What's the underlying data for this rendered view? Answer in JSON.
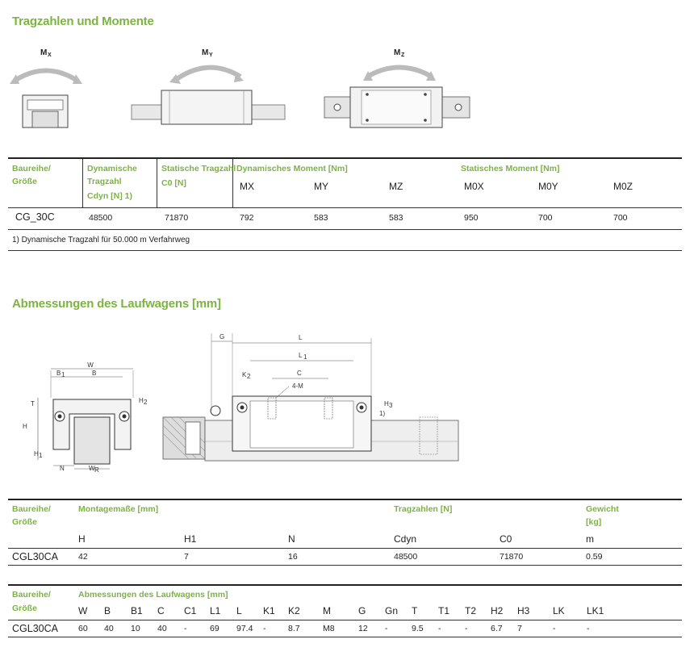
{
  "section1": {
    "title": "Tragzahlen und Momente",
    "figure_labels": [
      "Mx",
      "My",
      "Mz"
    ],
    "headers": {
      "series": [
        "Baureihe/",
        "Größe"
      ],
      "dynamic": [
        "Dynamische",
        "Tragzahl",
        "Cdyn [N] 1)"
      ],
      "static": [
        "Statische Tragzahl",
        "C0 [N]"
      ],
      "dyn_moment": "Dynamisches Moment [Nm]",
      "stat_moment": "Statisches Moment [Nm]"
    },
    "moment_symbols": [
      "MX",
      "MY",
      "MZ",
      "M0X",
      "M0Y",
      "M0Z"
    ],
    "row": {
      "name": "CG_30C",
      "values": [
        "48500",
        "71870",
        "792",
        "583",
        "583",
        "950",
        "700",
        "700"
      ]
    },
    "footnote": "1) Dynamische Tragzahl für 50.000 m Verfahrweg"
  },
  "section2": {
    "title": "Abmessungen des Laufwagens [mm]",
    "drawing_labels": {
      "front": [
        "W",
        "B1",
        "B",
        "H2",
        "T",
        "H",
        "H1",
        "N",
        "WR"
      ],
      "side": [
        "G",
        "L",
        "L1",
        "K2",
        "C",
        "4-M",
        "H3",
        "1)"
      ]
    }
  },
  "table2": {
    "headers": {
      "series": [
        "Baureihe/",
        "Größe"
      ],
      "mount": "Montagemaße [mm]",
      "load": "Tragzahlen [N]",
      "weight": [
        "Gewicht",
        "[kg]"
      ]
    },
    "symbols": [
      "H",
      "H1",
      "N",
      "Cdyn",
      "C0",
      "m"
    ],
    "row": {
      "name": "CGL30CA",
      "values": [
        "42",
        "7",
        "16",
        "48500",
        "71870",
        "0.59"
      ]
    }
  },
  "table3": {
    "headers": {
      "series": [
        "Baureihe/",
        "Größe"
      ],
      "dims": "Abmessungen des Laufwagens [mm]"
    },
    "symbols": [
      "W",
      "B",
      "B1",
      "C",
      "C1",
      "L1",
      "L",
      "K1",
      "K2",
      "M",
      "G",
      "Gn",
      "T",
      "T1",
      "T2",
      "H2",
      "H3",
      "LK",
      "LK1"
    ],
    "row": {
      "name": "CGL30CA",
      "values": [
        "60",
        "40",
        "10",
        "40",
        "-",
        "69",
        "97.4",
        "-",
        "8.7",
        "M8",
        "12",
        "-",
        "9.5",
        "-",
        "-",
        "6.7",
        "7",
        "-",
        "-"
      ]
    }
  },
  "colors": {
    "accent": "#7cb342",
    "text": "#222222"
  }
}
